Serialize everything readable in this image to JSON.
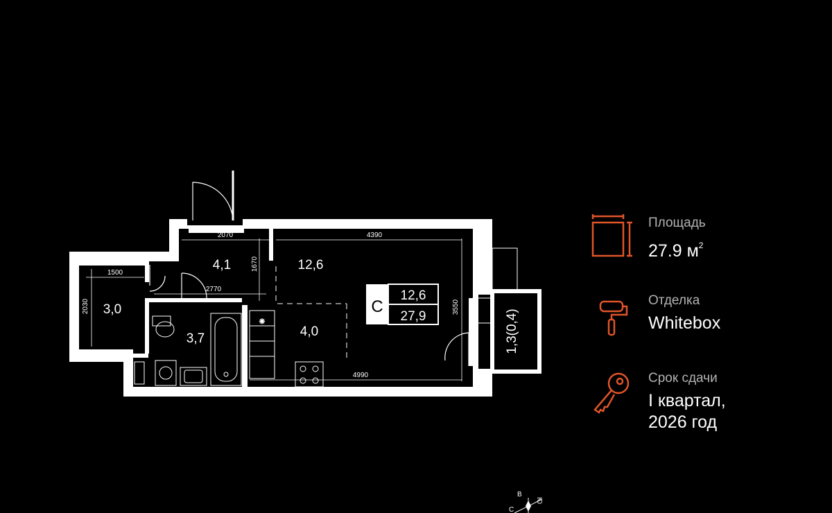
{
  "colors": {
    "background": "#000000",
    "wall": "#ffffff",
    "accent": "#e0552a",
    "label": "#b3b3b3",
    "type_badge": "#ffffff"
  },
  "plan": {
    "dimensions": {
      "d2070": "2070",
      "d4390": "4390",
      "d1500": "1500",
      "d2030": "2030",
      "d1670": "1670",
      "d2770": "2770",
      "d3550": "3550",
      "d4990": "4990"
    },
    "rooms": {
      "hall": "4,1",
      "living": "12,6",
      "storage": "3,0",
      "bathroom": "3,7",
      "kitchen": "4,0",
      "balcony": "1,3(0,4)"
    },
    "type_badge": {
      "letter": "С",
      "living_area": "12,6",
      "total_area": "27,9"
    },
    "compass": {
      "north": "С",
      "east": "В",
      "south": "Ю"
    }
  },
  "info": [
    {
      "icon": "area-icon",
      "label": "Площадь",
      "value": "27.9 м",
      "unit_sup": "2"
    },
    {
      "icon": "paint-roller-icon",
      "label": "Отделка",
      "value": "Whitebox"
    },
    {
      "icon": "key-icon",
      "label": "Срок сдачи",
      "value": "I квартал,\n2026 год"
    }
  ]
}
